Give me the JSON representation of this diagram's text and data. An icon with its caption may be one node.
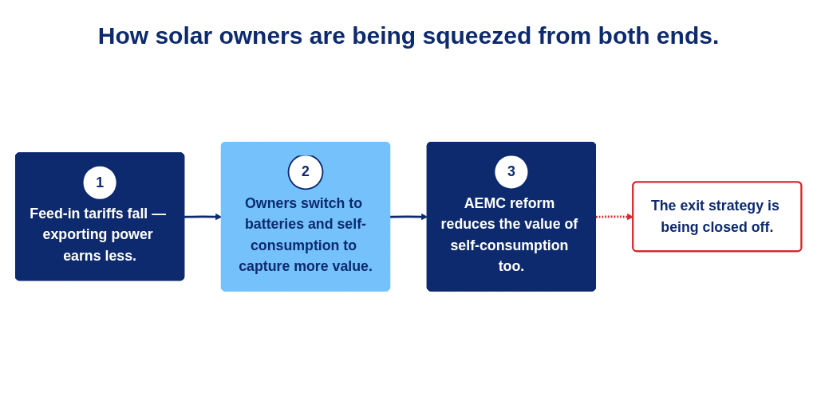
{
  "diagram": {
    "title": "How solar owners are being squeezed from both ends.",
    "nodes": [
      {
        "text": [
          "1",
          "Feed-in tariffs fall — exporting power earns less."
        ]
      },
      {
        "text": [
          "2",
          "Owners switch to batteries and self-consumption to capture more value."
        ]
      },
      {
        "text": [
          "3",
          "AEMC reform reduces the value of self-consumption too."
        ]
      },
      {
        "text": [
          "The exit strategy is being closed off."
        ]
      }
    ],
    "edges": [
      {
        "from": 0,
        "to": 1,
        "arrow": "to"
      },
      {
        "from": 1,
        "to": 2,
        "arrow": "to"
      },
      {
        "from": 2,
        "to": 3,
        "arrow": "to",
        "style": "dashed",
        "color": "#d9232d"
      }
    ]
  }
}
